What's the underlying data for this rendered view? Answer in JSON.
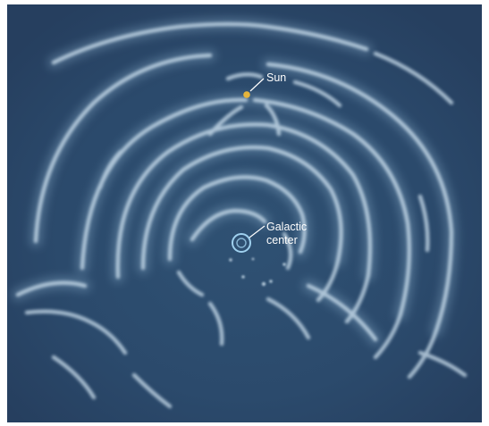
{
  "diagram": {
    "labels": {
      "sun": "Sun",
      "galactic_center_line1": "Galactic",
      "galactic_center_line2": "center"
    },
    "colors": {
      "background": "#2c4a6c",
      "arm": "#cfe2f0",
      "arm_glow": "#8fb2cf",
      "sun": "#e5b43b",
      "center_ring": "#9fd0ee",
      "label_text": "#ffffff"
    }
  }
}
